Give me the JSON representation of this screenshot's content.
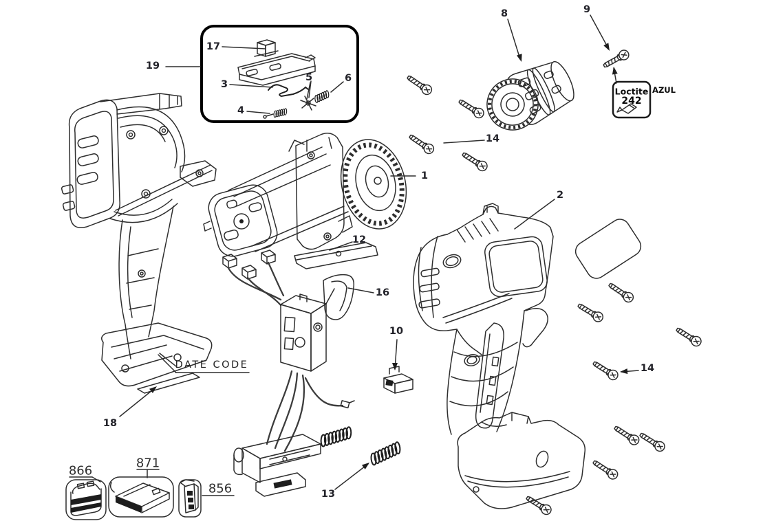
{
  "diagram": {
    "callouts": {
      "c1": "1",
      "c2": "2",
      "c3": "3",
      "c4": "4",
      "c5": "5",
      "c6": "6",
      "c8": "8",
      "c9": "9",
      "c10": "10",
      "c12": "12",
      "c13": "13",
      "c14_top": "14",
      "c14_right": "14",
      "c16": "16",
      "c17": "17",
      "c18": "18",
      "c19": "19"
    },
    "sku_callouts": {
      "battery": "866",
      "charger": "871",
      "clip": "856"
    },
    "annotations": {
      "date_code": "DATE CODE",
      "loctite_name": "Loctite",
      "loctite_number": "242",
      "loctite_color_note": "AZUL"
    },
    "colors": {
      "line": "#2e2e2e",
      "label_text": "#23232a",
      "inset_border": "#000000",
      "dark_fill": "#1d1d1d",
      "background": "#ffffff"
    }
  }
}
